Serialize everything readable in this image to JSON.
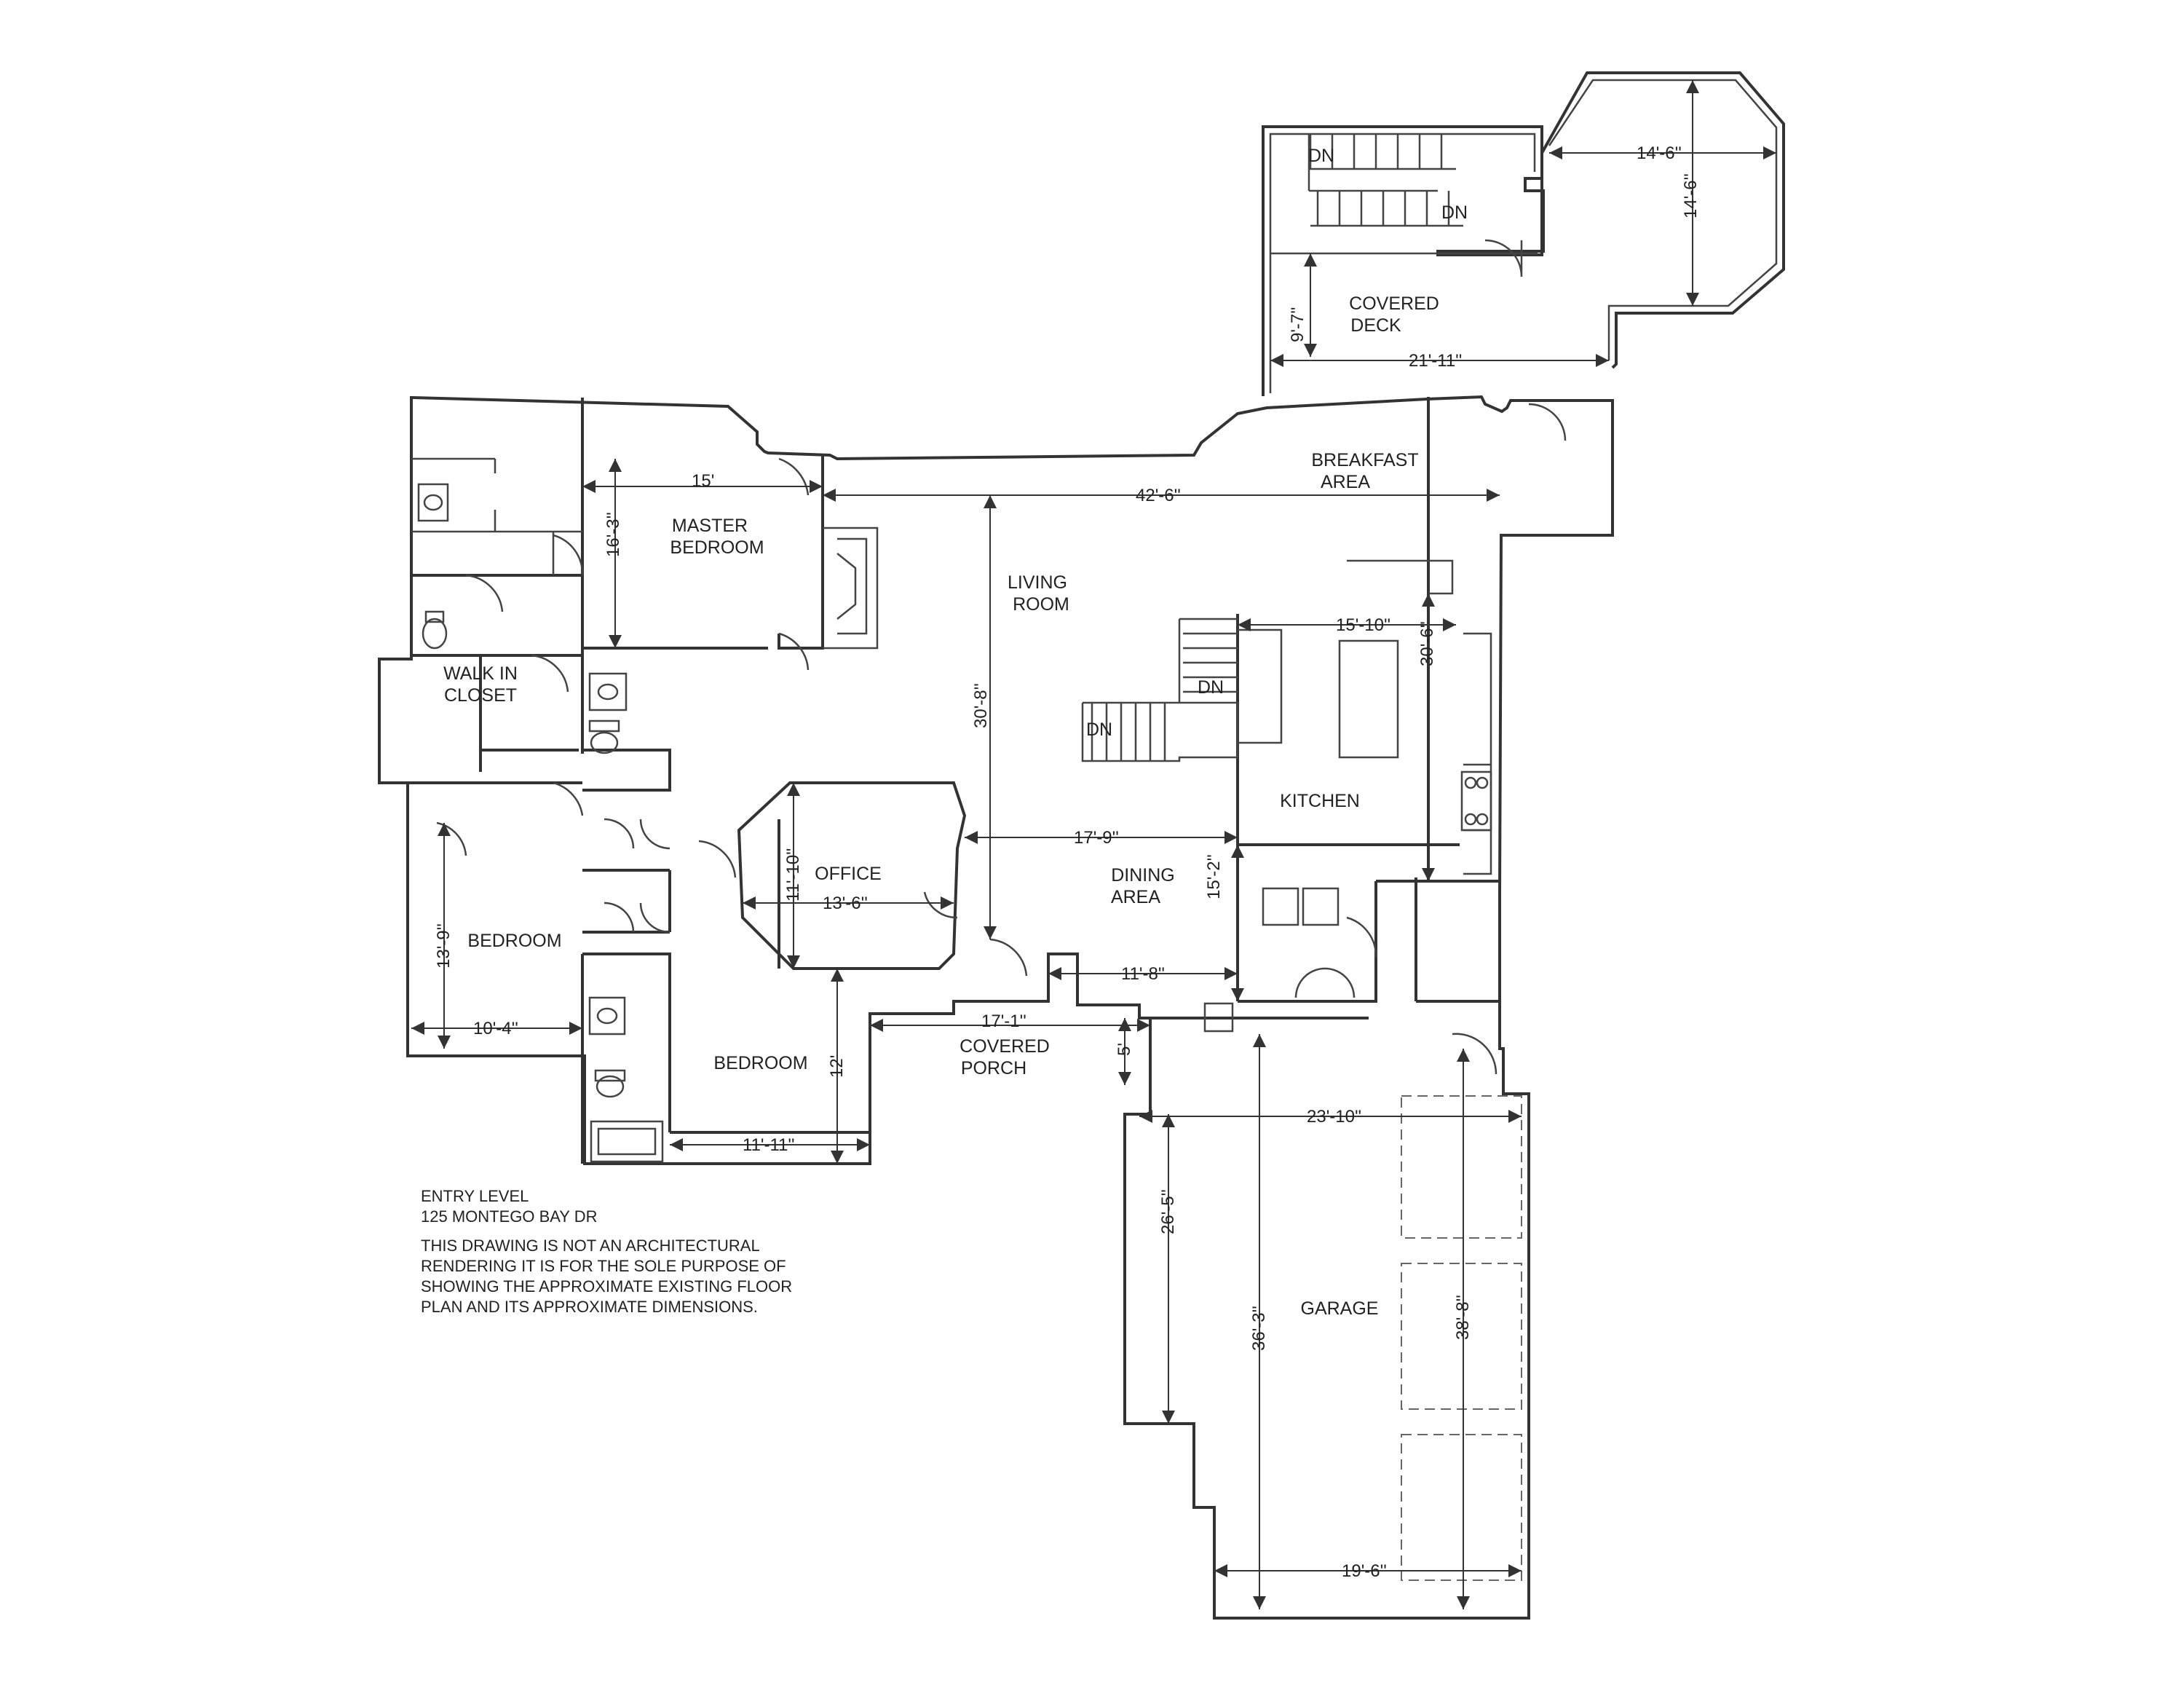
{
  "rooms": {
    "master_bedroom": [
      "MASTER",
      "BEDROOM"
    ],
    "walk_in_closet": [
      "WALK IN",
      "CLOSET"
    ],
    "bedroom_left": "BEDROOM",
    "bedroom_lower": "BEDROOM",
    "office": "OFFICE",
    "living_room": [
      "LIVING",
      "ROOM"
    ],
    "breakfast_area": [
      "BREAKFAST",
      "AREA"
    ],
    "kitchen": "KITCHEN",
    "dining_area": [
      "DINING",
      "AREA"
    ],
    "covered_deck": [
      "COVERED",
      "DECK"
    ],
    "covered_porch": [
      "COVERED",
      "PORCH"
    ],
    "garage": "GARAGE"
  },
  "stairs": {
    "dn": "DN"
  },
  "dimensions": {
    "deck_width": "14'-6''",
    "deck_depth": "14'-6''",
    "deck_9_7": "9'-7''",
    "deck_21_11": "21'-11''",
    "master_15": "15'",
    "master_16_3": "16'-3''",
    "living_42_6": "42'-6''",
    "living_30_8": "30'-8''",
    "kitchen_15_10": "15'-10''",
    "kitchen_30_6": "30'-6''",
    "dining_17_9": "17'-9''",
    "dining_15_2": "15'-2''",
    "dining_11_8": "11'-8''",
    "office_11_10": "11'-10''",
    "office_13_6": "13'-6''",
    "bedroom_13_9": "13'-9''",
    "bedroom_10_4": "10'-4''",
    "bedroom_12": "12'",
    "bedroom_11_11": "11'-11''",
    "porch_17_1": "17'-1''",
    "porch_5": "5'",
    "garage_23_10": "23'-10''",
    "garage_26_5": "26'-5''",
    "garage_36_3": "36'-3''",
    "garage_38_8": "38'-8''",
    "garage_19_6": "19'-6''"
  },
  "notes": {
    "level": "ENTRY LEVEL",
    "address": "125 MONTEGO BAY DR",
    "disclaimer": [
      "THIS DRAWING IS NOT AN ARCHITECTURAL",
      "RENDERING IT IS FOR THE SOLE PURPOSE OF",
      "SHOWING THE APPROXIMATE EXISTING  FLOOR",
      "PLAN AND ITS APPROXIMATE DIMENSIONS."
    ]
  }
}
